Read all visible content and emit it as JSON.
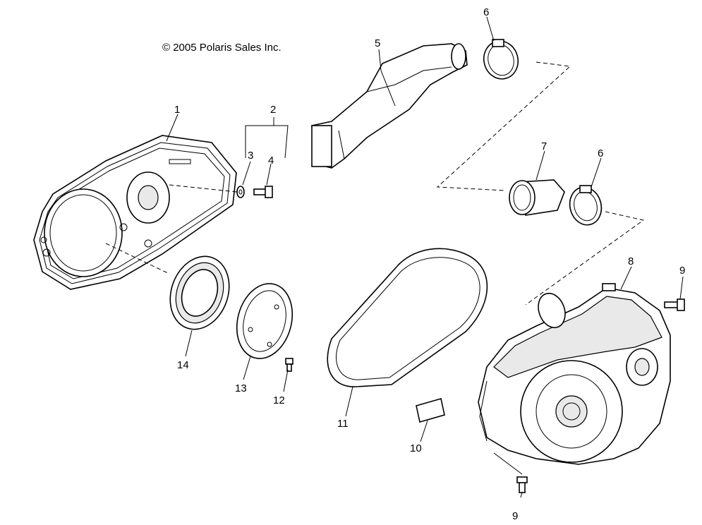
{
  "copyright": "© 2005 Polaris Sales Inc.",
  "callouts": {
    "c1": "1",
    "c2": "2",
    "c3": "3",
    "c4": "4",
    "c5": "5",
    "c6a": "6",
    "c6b": "6",
    "c7": "7",
    "c8": "8",
    "c9a": "9",
    "c9b": "9",
    "c10": "10",
    "c11": "11",
    "c12": "12",
    "c13": "13",
    "c14": "14"
  }
}
